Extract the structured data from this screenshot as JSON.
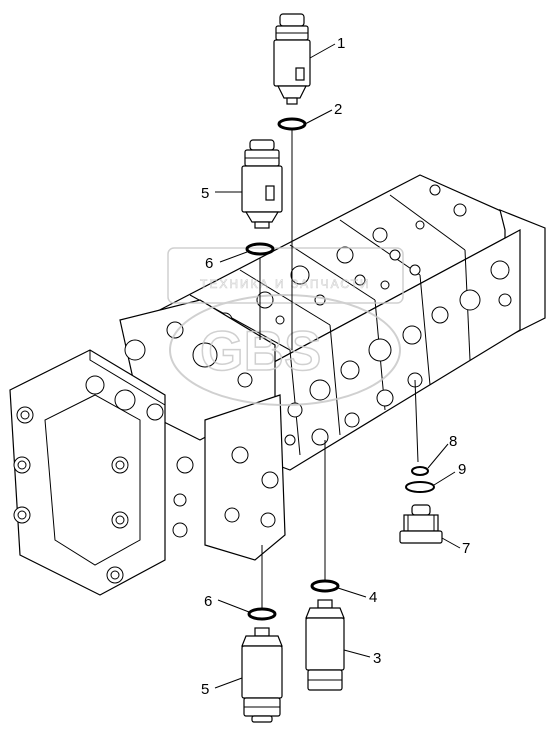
{
  "callouts": {
    "c1": "1",
    "c2": "2",
    "c3": "3",
    "c4": "4",
    "c5_top": "5",
    "c5_bottom": "5",
    "c6_top": "6",
    "c6_bottom": "6",
    "c7": "7",
    "c8": "8",
    "c9": "9"
  },
  "watermark": {
    "text": "ТЕХНИКА И ЗАПЧАСТИ",
    "logo": "GBS"
  },
  "colors": {
    "line": "#000000",
    "watermark": "#c8c8c8",
    "background": "#ffffff"
  }
}
